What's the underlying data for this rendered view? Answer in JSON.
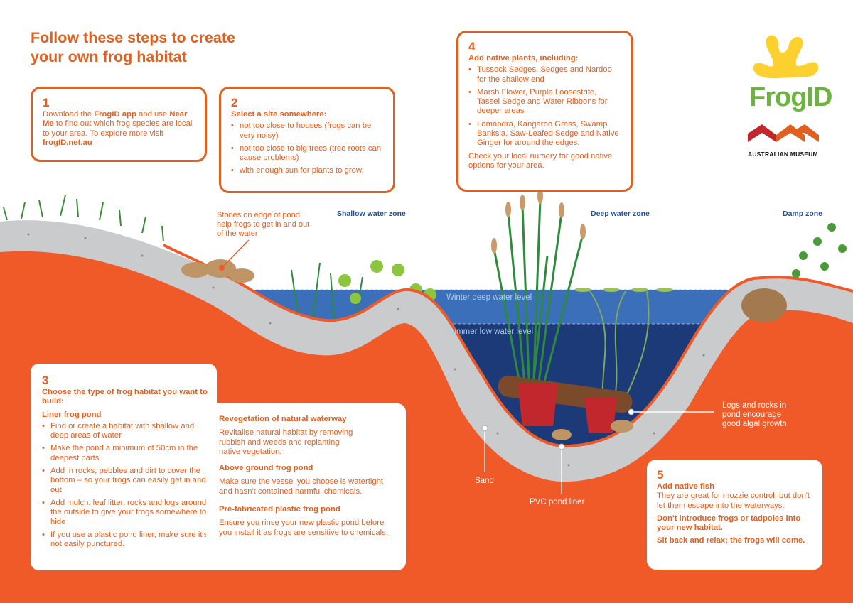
{
  "title": {
    "line1": "Follow these steps to create",
    "line2": "your own frog habitat"
  },
  "logos": {
    "frogid": "FrogID",
    "museum": "AUSTRALIAN MUSEUM"
  },
  "step1": {
    "number": "1",
    "text_a": "Download the ",
    "bold_a": "FrogID app",
    "text_b": " and use ",
    "bold_b": "Near Me",
    "text_c": " to find out which frog species are local to your area. To explore more visit ",
    "bold_c": "frogID.net.au"
  },
  "step2": {
    "number": "2",
    "heading": "Select a site somewhere:",
    "items": [
      "not too close to houses (frogs can be very noisy)",
      "not too close to big trees (tree roots can cause problems)",
      "with enough sun for plants to grow."
    ]
  },
  "step3": {
    "number": "3",
    "heading": "Choose the type of frog habitat you want to build:",
    "liner": {
      "heading": "Liner frog pond",
      "items": [
        "Find or create a habitat with shallow and deep areas of water",
        "Make the pond a minimum of 50cm in the deepest parts",
        "Add in rocks, pebbles and dirt to cover the bottom – so your frogs can easily get in and out",
        "Add mulch, leaf litter, rocks and logs around the outside to give your frogs somewhere to hide",
        "If you use a plastic pond liner, make sure it's not easily punctured."
      ]
    },
    "revegetation": {
      "heading": "Revegetation of natural waterway",
      "text": "Revitalise natural habitat by removing rubbish and weeds and replanting native vegetation."
    },
    "above_ground": {
      "heading": "Above ground frog pond",
      "text": "Make sure the vessel you choose is watertight and hasn't contained harmful chemicals."
    },
    "prefab": {
      "heading": "Pre-fabricated plastic frog pond",
      "text": "Ensure you rinse your new plastic pond before you install it as frogs are sensitive to chemicals."
    }
  },
  "step4": {
    "number": "4",
    "heading": "Add native plants, including:",
    "items": [
      "Tussock Sedges, Sedges and Nardoo for the shallow end",
      "Marsh Flower, Purple Loosestrife, Tassel Sedge and Water Ribbons for deeper areas",
      "Lomandra, Kangaroo Grass, Swamp Banksia, Saw-Leafed Sedge and Native Ginger for around the edges."
    ],
    "footer": "Check your local nursery for good native options for your area."
  },
  "step5": {
    "number": "5",
    "heading": "Add native fish",
    "text": "They are great for mozzie control, but don't let them escape into the waterways.",
    "p2": "Don't introduce frogs or tadpoles into your new habitat.",
    "p3": "Sit back and relax; the frogs will come."
  },
  "labels": {
    "stones": "Stones on edge of pond help frogs to get in and out of the water",
    "shallow": "Shallow water zone",
    "deep": "Deep water zone",
    "damp": "Damp zone",
    "winter": "Winter deep water level",
    "summer": "Summer low water level",
    "sand": "Sand",
    "liner": "PVC pond liner",
    "logs": "Logs and rocks in pond encourage good algal growth"
  },
  "colors": {
    "orange": "#e2601f",
    "ground": "#f05a28",
    "gravel": "#c9cbcc",
    "water_light": "#3b6fb9",
    "water_dark": "#1d3a78",
    "zone_blue": "#1f4f9e"
  }
}
